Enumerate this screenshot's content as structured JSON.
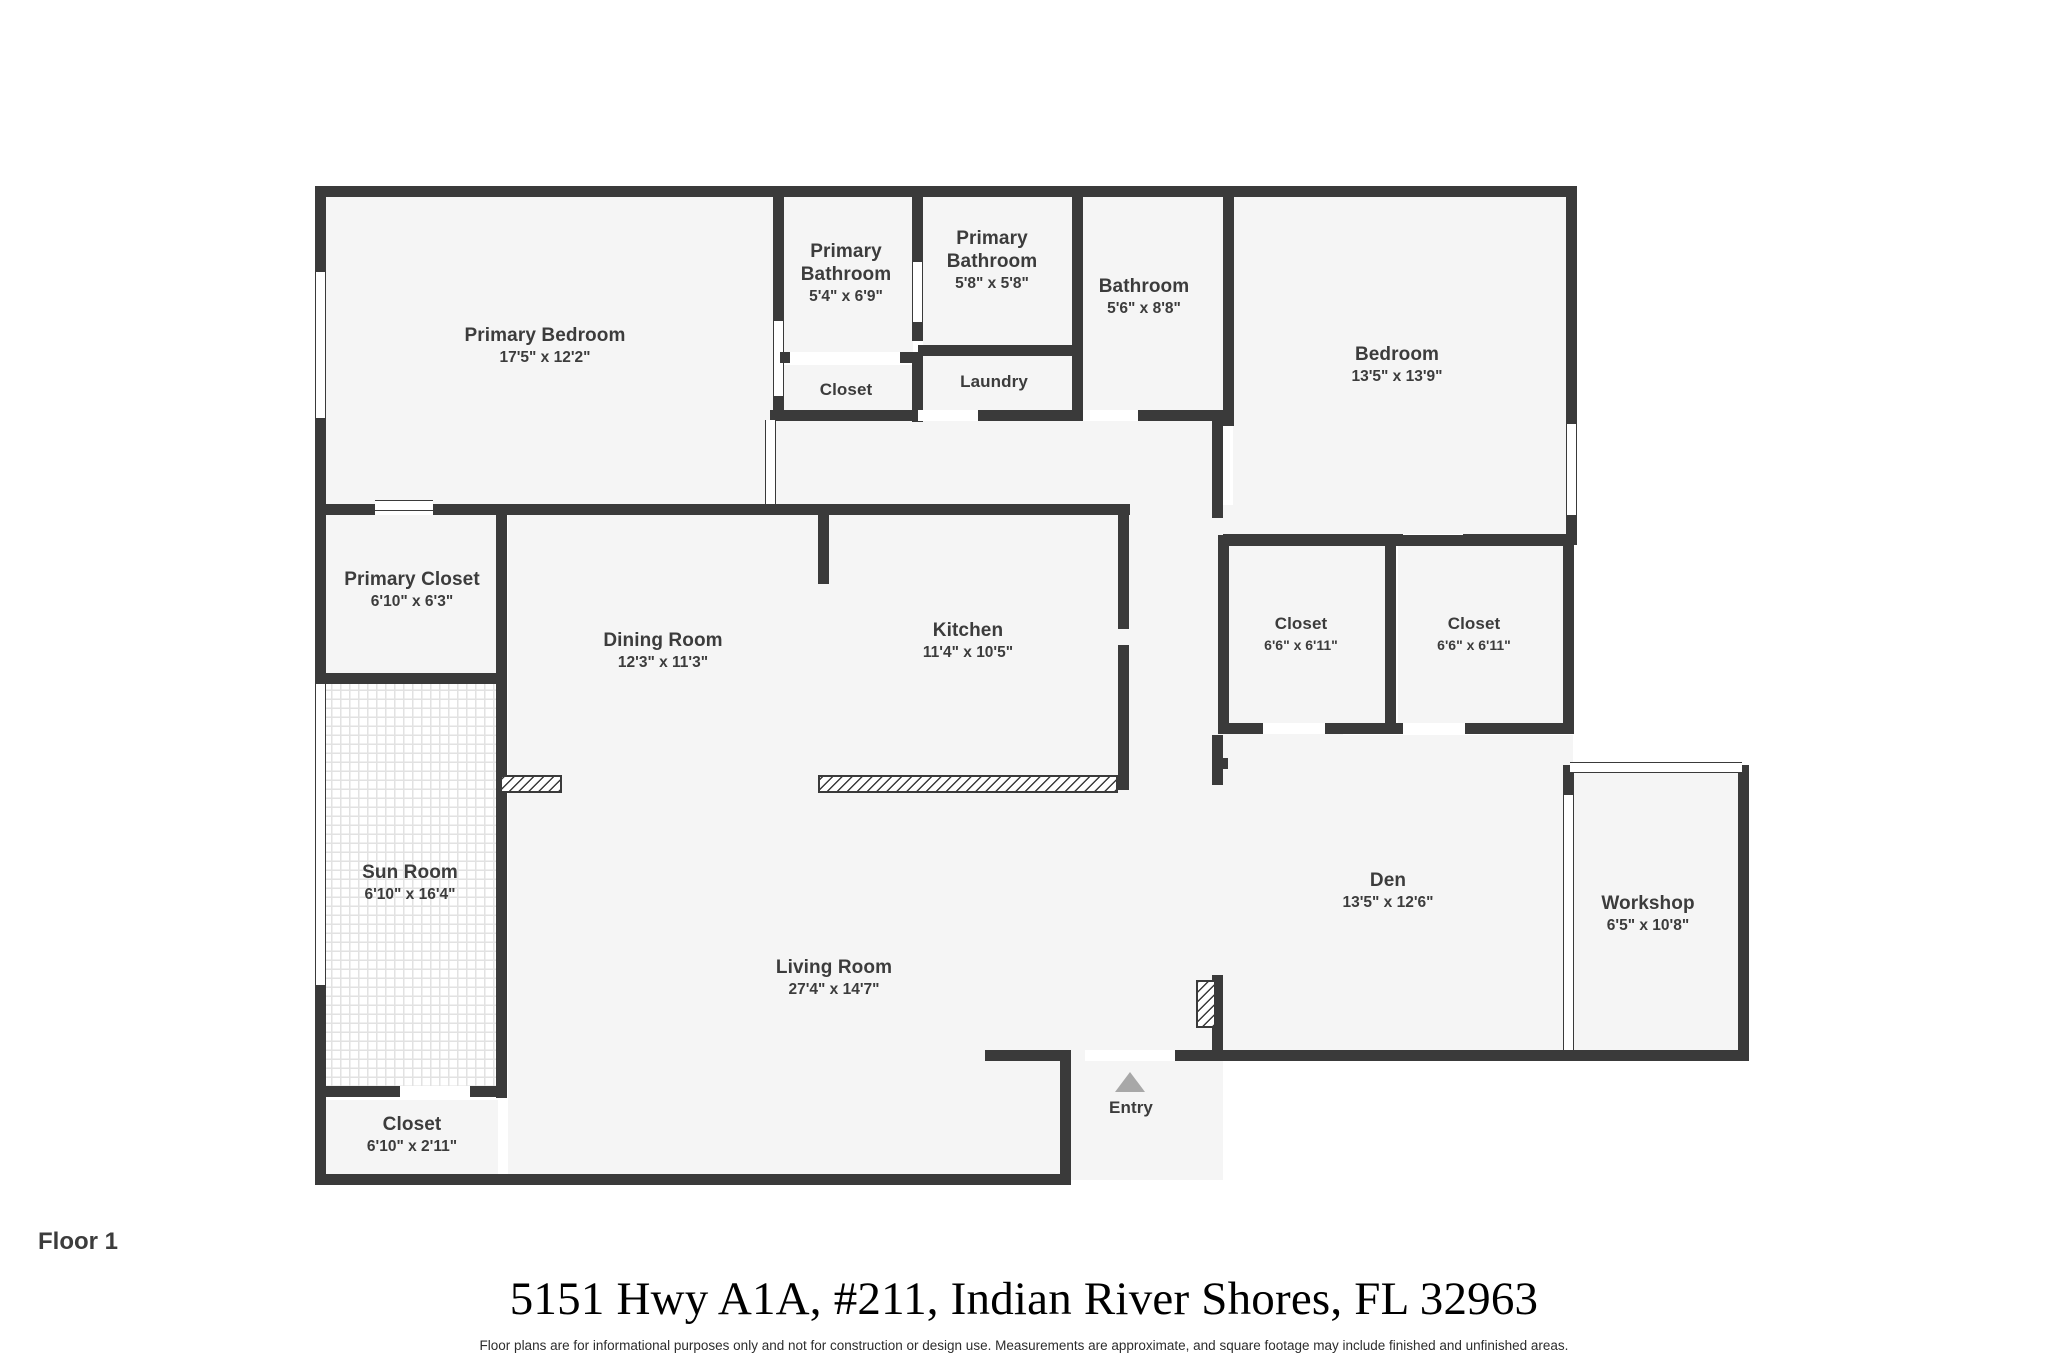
{
  "document": {
    "floor_tag": "Floor 1",
    "address": "5151 Hwy A1A, #211, Indian River Shores, FL 32963",
    "disclaimer": "Floor plans are for informational purposes only and not for construction or design use. Measurements are approximate, and square footage may include finished and unfinished areas.",
    "entry_label": "Entry"
  },
  "colors": {
    "wall": "#3a3a3a",
    "room_fill": "#f5f5f5",
    "text": "#3c3c3c",
    "entry_marker": "#a8a8a8",
    "background": "#ffffff"
  },
  "rooms": [
    {
      "id": "primary-bedroom",
      "name": "Primary Bedroom",
      "dimensions": "17'5\" x 12'2\""
    },
    {
      "id": "primary-bathroom-1",
      "name": "Primary Bathroom",
      "dimensions": "5'4\" x 6'9\""
    },
    {
      "id": "primary-bathroom-2",
      "name": "Primary Bathroom",
      "dimensions": "5'8\" x 5'8\""
    },
    {
      "id": "bathroom",
      "name": "Bathroom",
      "dimensions": "5'6\" x 8'8\""
    },
    {
      "id": "bedroom",
      "name": "Bedroom",
      "dimensions": "13'5\" x 13'9\""
    },
    {
      "id": "closet-primary-bed",
      "name": "Closet",
      "dimensions": ""
    },
    {
      "id": "laundry",
      "name": "Laundry",
      "dimensions": ""
    },
    {
      "id": "primary-closet",
      "name": "Primary Closet",
      "dimensions": "6'10\" x 6'3\""
    },
    {
      "id": "dining-room",
      "name": "Dining Room",
      "dimensions": "12'3\" x 11'3\""
    },
    {
      "id": "kitchen",
      "name": "Kitchen",
      "dimensions": "11'4\" x 10'5\""
    },
    {
      "id": "closet-right-1",
      "name": "Closet",
      "dimensions": "6'6\" x 6'11\""
    },
    {
      "id": "closet-right-2",
      "name": "Closet",
      "dimensions": "6'6\" x 6'11\""
    },
    {
      "id": "sun-room",
      "name": "Sun Room",
      "dimensions": "6'10\" x 16'4\""
    },
    {
      "id": "living-room",
      "name": "Living Room",
      "dimensions": "27'4\" x 14'7\""
    },
    {
      "id": "den",
      "name": "Den",
      "dimensions": "13'5\" x 12'6\""
    },
    {
      "id": "workshop",
      "name": "Workshop",
      "dimensions": "6'5\" x 10'8\""
    },
    {
      "id": "closet-bottom",
      "name": "Closet",
      "dimensions": "6'10\" x 2'11\""
    }
  ]
}
